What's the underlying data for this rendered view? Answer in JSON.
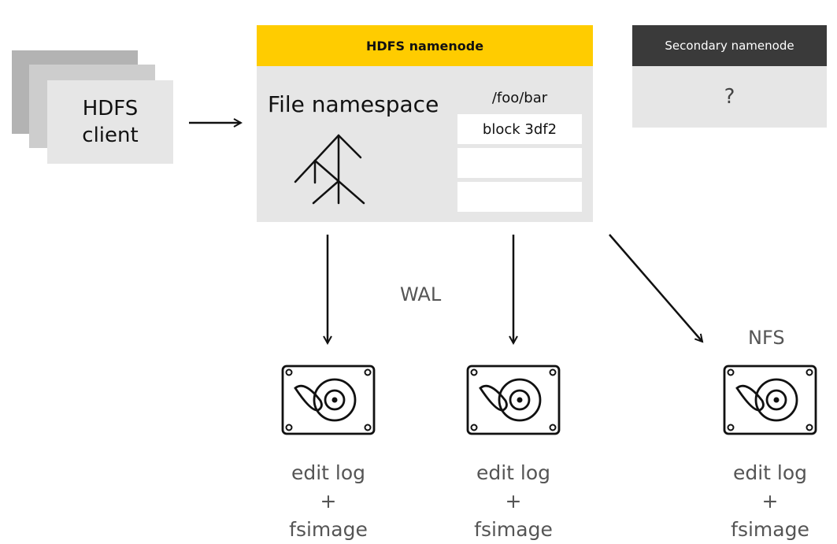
{
  "client": {
    "label": "HDFS\nclient"
  },
  "namenode": {
    "title": "HDFS namenode",
    "namespace_label": "File namespace",
    "path": "/foo/bar",
    "blocks": [
      "block 3df2",
      "",
      ""
    ]
  },
  "secondary": {
    "title": "Secondary namenode",
    "content": "?"
  },
  "labels": {
    "wal": "WAL",
    "nfs": "NFS"
  },
  "disks": [
    {
      "caption": "edit log\n+\nfsimage",
      "icon": "hard-disk-icon"
    },
    {
      "caption": "edit log\n+\nfsimage",
      "icon": "hard-disk-icon"
    },
    {
      "caption": "edit log\n+\nfsimage",
      "icon": "hard-disk-icon"
    }
  ],
  "colors": {
    "namenode_header": "#ffcc00",
    "secondary_header": "#3a3a3a",
    "panel": "#e6e6e6"
  }
}
